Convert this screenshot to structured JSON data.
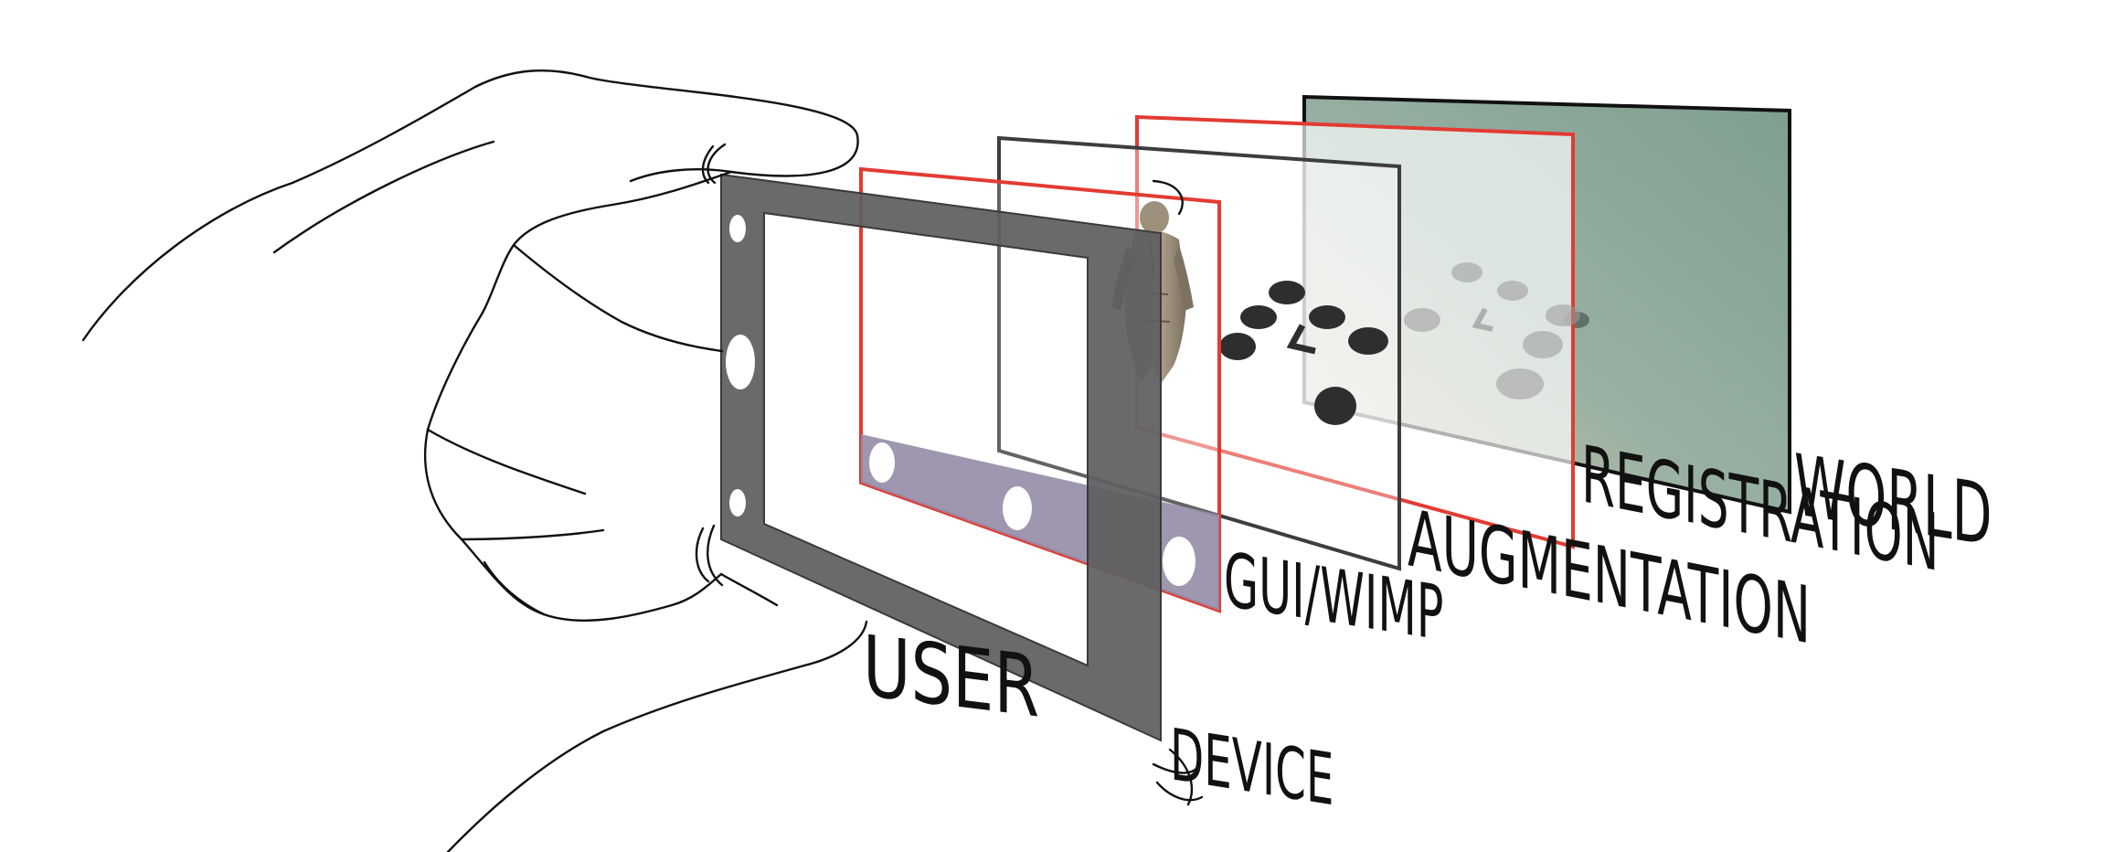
{
  "labels": {
    "user": "USER",
    "device": "DEVICE",
    "gui_wimp": "GUI/WIMP",
    "augmentation": "AUGMENTATION",
    "registration": "REGISTRATION",
    "world": "WORLD"
  },
  "colors": {
    "device_frame": "#5f5f61",
    "layer_red": "#e23b32",
    "layer_dark": "#3d3d3d",
    "gui_bar": "#958ba6",
    "world_sky": "#7f9e8e",
    "world_ground": "#cdbca2",
    "marker": "#2e2e2e",
    "text": "#111111"
  },
  "icons": {
    "hand": "hand-outline-icon",
    "character": "3d-character-icon",
    "marker": "fiducial-marker-icon"
  }
}
